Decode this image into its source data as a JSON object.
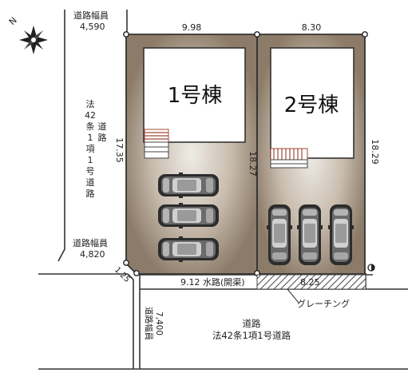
{
  "compass": {
    "label": "N"
  },
  "lots": {
    "lot1": {
      "name": "1号棟"
    },
    "lot2": {
      "name": "2号棟"
    }
  },
  "dimensions": {
    "top_lot1": "9.98",
    "top_lot2": "8.30",
    "left_side": "17.35",
    "middle_side": "18.27",
    "right_side": "18.29",
    "corner_cut": "1.25",
    "bottom_lot1": "9.12",
    "bottom_lot2": "8.25"
  },
  "roads": {
    "top_width_label": "道路幅員",
    "top_width_value": "4,590",
    "left_road_label": [
      "法",
      "42",
      "条",
      "1",
      "項",
      "1",
      "号",
      "道",
      "路"
    ],
    "left_road_extra": [
      "道",
      "路"
    ],
    "left_width_label": "道路幅員",
    "left_width_value": "4,820",
    "bottom_width_label": "道路幅員",
    "bottom_width_value": "7,400",
    "bottom_road_name": "道路",
    "bottom_road_type": "法42条1項1号道路"
  },
  "waterway": {
    "label": "水路(開渠)"
  },
  "grating": {
    "label": "グレーチング"
  },
  "colors": {
    "lot_fill": "#8c7b68",
    "lot_highlight": "#e9e5df",
    "boundary": "#333333",
    "house_fill": "#ffffff"
  }
}
